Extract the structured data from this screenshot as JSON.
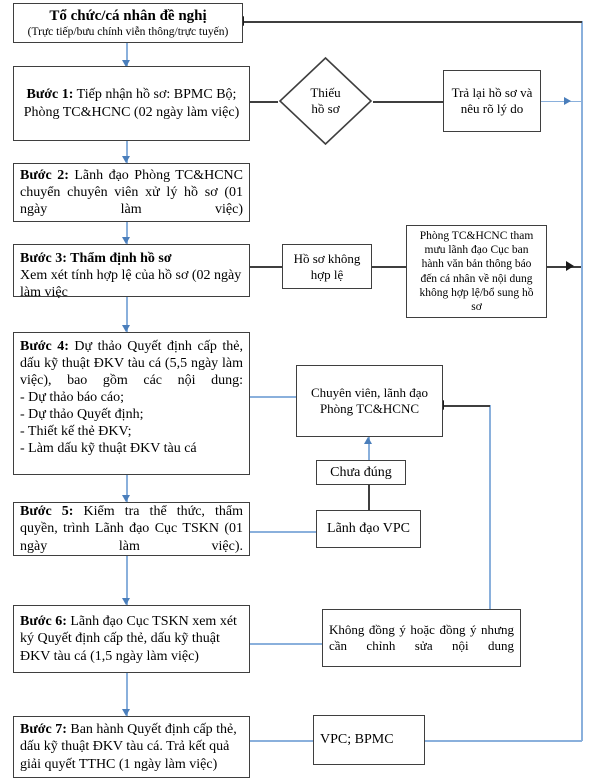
{
  "diagram": {
    "title_node": {
      "title": "Tổ chức/cá nhân đề nghị",
      "subtitle": "(Trực tiếp/bưu chính viễn thông/trực tuyến)"
    },
    "steps": [
      {
        "id": "step1",
        "label": "Bước 1:",
        "text": " Tiếp nhận hồ sơ: BPMC Bộ; Phòng TC&HCNC (02 ngày làm việc)"
      },
      {
        "id": "step2",
        "label": "Bước 2:",
        "text": " Lãnh đạo Phòng TC&HCNC chuyển chuyên viên xử lý hồ sơ (01 ngày làm việc)"
      },
      {
        "id": "step3",
        "label": "Bước 3: Thẩm định hồ sơ",
        "text": "Xem xét tính hợp lệ của hồ sơ (02 ngày làm việc"
      },
      {
        "id": "step4",
        "label": "Bước 4:",
        "text": " Dự thảo Quyết định cấp thẻ, dấu kỹ thuật ĐKV tàu cá (5,5 ngày làm việc), bao gồm các nội dung:",
        "bullets": [
          "- Dự thảo báo cáo;",
          "- Dự thảo Quyết định;",
          "- Thiết kế thẻ ĐKV;",
          "- Làm dấu kỹ thuật ĐKV tàu cá"
        ]
      },
      {
        "id": "step5",
        "label": "Bước 5:",
        "text": " Kiểm tra thể thức, thẩm quyền, trình Lãnh đạo Cục TSKN (01 ngày làm việc)."
      },
      {
        "id": "step6",
        "label": "Bước 6:",
        "text": " Lãnh đạo Cục TSKN xem xét ký Quyết định cấp thẻ, dấu kỹ thuật ĐKV tàu cá (1,5 ngày làm việc)"
      },
      {
        "id": "step7",
        "label": "Bước 7:",
        "text": " Ban hành Quyết định cấp thẻ, dấu kỹ thuật ĐKV tàu cá. Trả kết quả giải quyết TTHC (1 ngày làm việc)"
      }
    ],
    "decision": {
      "line1": "Thiếu",
      "line2": "hồ sơ"
    },
    "side_nodes": {
      "return_file": "Trả lại hồ sơ và nêu rõ lý do",
      "invalid_file": "Hồ sơ không hợp lệ",
      "notify_dept": "Phòng TC&HCNC tham mưu lãnh đạo Cục ban hành văn bản thông báo đến cá nhân về nội dung không hợp lệ/bổ sung hồ sơ",
      "specialist": "Chuyên viên, lãnh đạo Phòng TC&HCNC",
      "not_correct": "Chưa đúng",
      "vpc_leader": "Lãnh đạo VPC",
      "disagree": "Không đồng ý hoặc đồng ý nhưng cần chỉnh sửa nội dung",
      "vpc_bpmc": "VPC; BPMC"
    },
    "colors": {
      "connector_blue": "#8ab0dc",
      "connector_dark": "#3f3f3f",
      "border": "#3f3f3f",
      "background": "#ffffff"
    }
  }
}
